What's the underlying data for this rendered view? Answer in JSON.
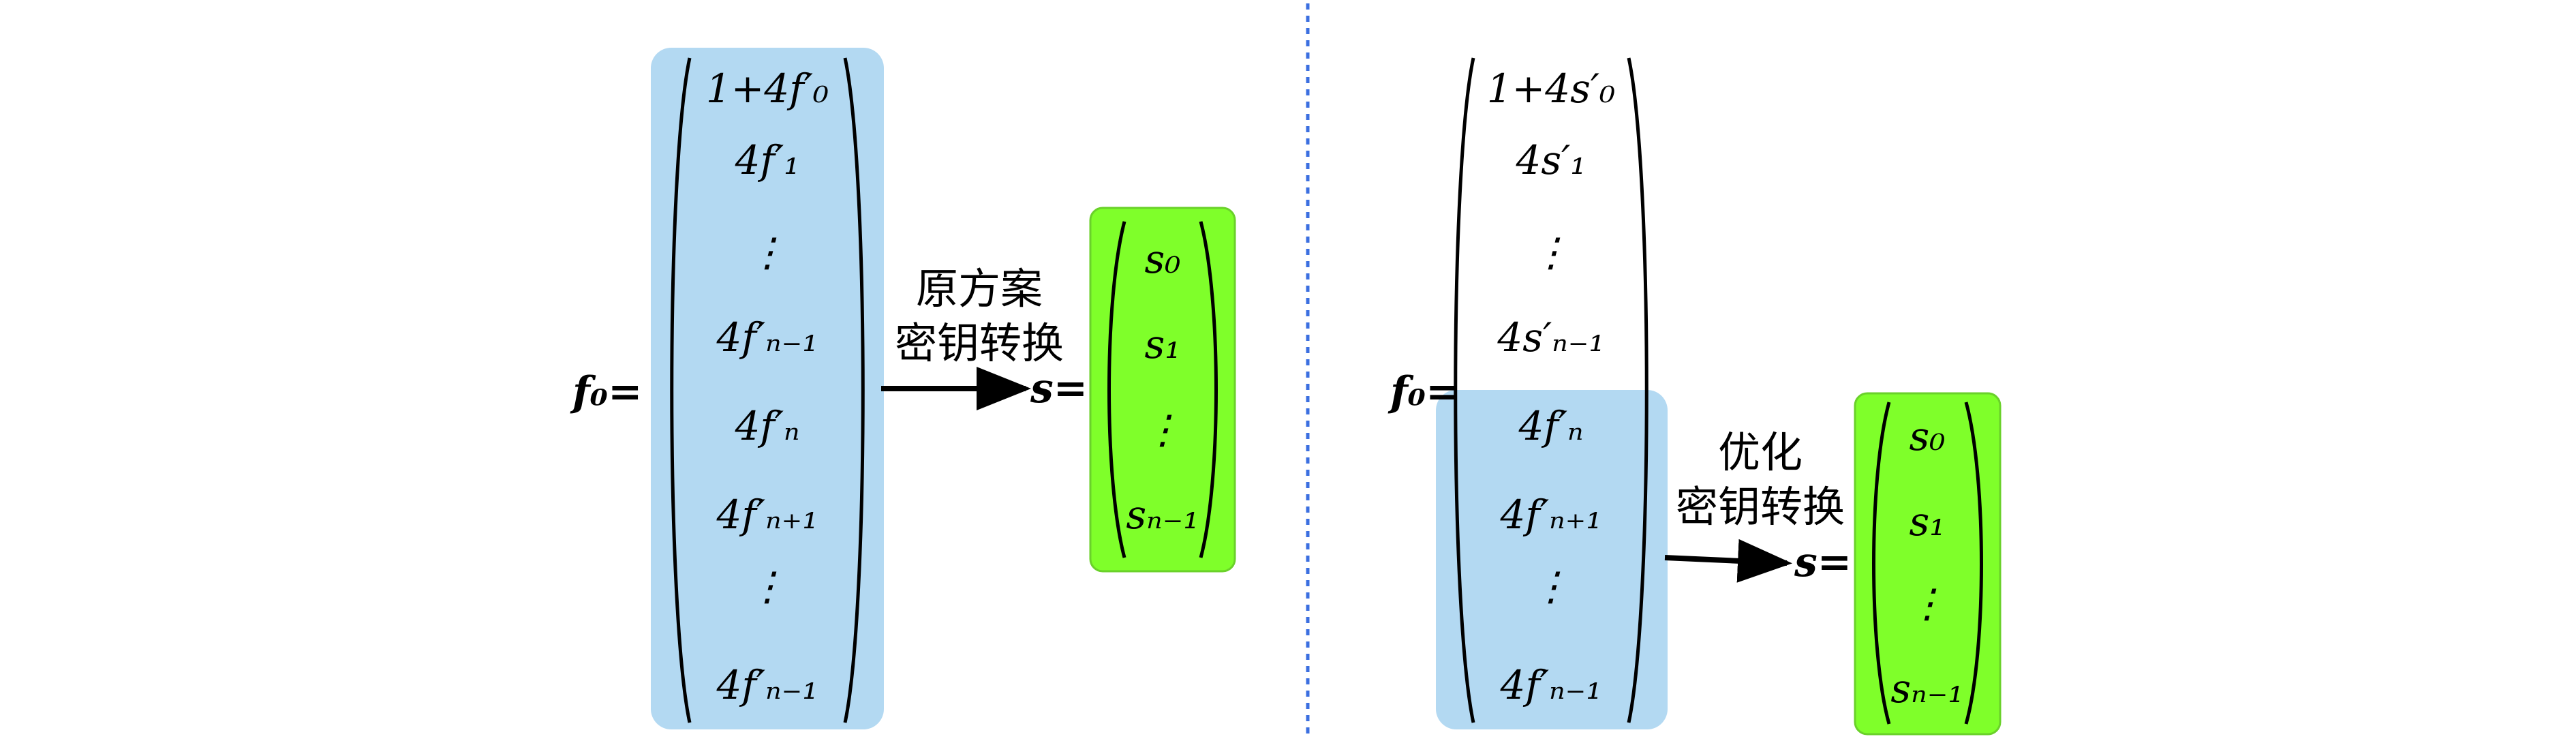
{
  "colors": {
    "blue_panel": "#b3d9f2",
    "green_panel": "#7fff2a",
    "green_border": "#6ad12a",
    "divider": "#3b6fe0",
    "arrow": "#000000"
  },
  "left": {
    "lhs": "f₀=",
    "vector": [
      "1+4f′₀",
      "4f′₁",
      "⋮",
      "4f′ₙ₋₁",
      "4f′ₙ",
      "4f′ₙ₊₁",
      "⋮",
      "4f′ₙ₋₁"
    ],
    "arrow_label": [
      "原方案",
      "密钥转换"
    ],
    "result_lhs": "s=",
    "result_vector": [
      "s₀",
      "s₁",
      "⋮",
      "sₙ₋₁"
    ]
  },
  "right": {
    "lhs": "f₀=",
    "vector": [
      "1+4s′₀",
      "4s′₁",
      "⋮",
      "4s′ₙ₋₁",
      "4f′ₙ",
      "4f′ₙ₊₁",
      "⋮",
      "4f′ₙ₋₁"
    ],
    "arrow_label": [
      "优化",
      "密钥转换"
    ],
    "result_lhs": "s=",
    "result_vector": [
      "s₀",
      "s₁",
      "⋮",
      "sₙ₋₁"
    ]
  }
}
